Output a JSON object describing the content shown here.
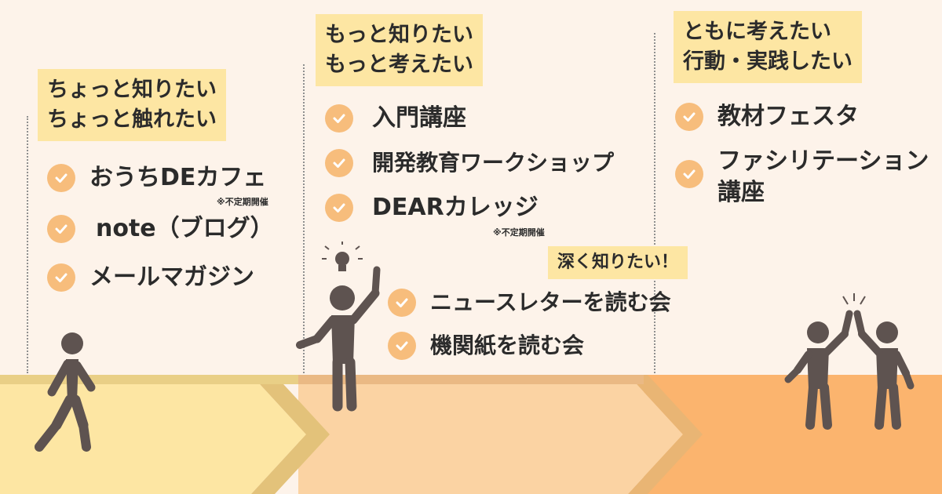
{
  "stages": [
    {
      "heading": [
        "ちょっと知りたい",
        "ちょっと触れたい"
      ],
      "items": [
        {
          "label": "おうちDEカフェ",
          "note": "※不定期開催"
        },
        {
          "label": "note（ブログ）"
        },
        {
          "label": "メールマガジン"
        }
      ]
    },
    {
      "heading": [
        "もっと知りたい",
        "もっと考えたい"
      ],
      "items": [
        {
          "label": "入門講座"
        },
        {
          "label": "開発教育ワークショップ"
        },
        {
          "label": "DEARカレッジ",
          "note": "※不定期開催"
        }
      ],
      "subheading": "深く知りたい！",
      "subitems": [
        {
          "label": "ニュースレターを読む会"
        },
        {
          "label": "機関紙を読む会"
        }
      ]
    },
    {
      "heading": [
        "ともに考えたい",
        "行動・実践したい"
      ],
      "items": [
        {
          "label": "教材フェスタ"
        },
        {
          "label": "ファシリテーション講座"
        }
      ]
    }
  ],
  "icons": {
    "check": "check-icon",
    "walking": "walking-person-icon",
    "idea": "person-with-idea-icon",
    "highfive": "high-five-icon"
  },
  "colors": {
    "background": "#fdf3ea",
    "heading_box": "#fde6a3",
    "check": "#f7bd7c",
    "band_1": "#fde6a3",
    "band_2": "#fbd3a3",
    "band_3": "#fbb46e",
    "figure": "#5e5350"
  }
}
